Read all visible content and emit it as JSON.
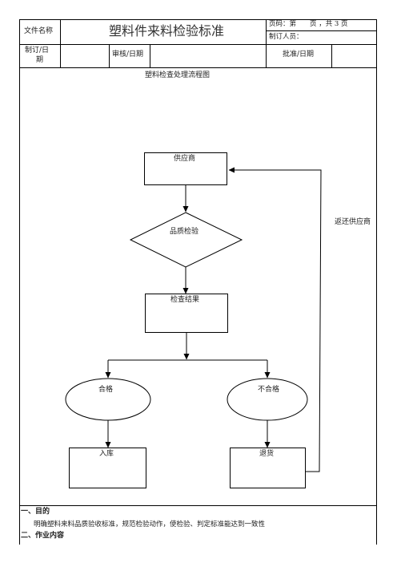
{
  "header": {
    "doc_name_label": "文件名称",
    "title": "塑料件来料检验标准",
    "page_info": "页码：第　　页 ，共 3 页",
    "author_label": "制订人员：",
    "made_date_label_1": "制订/日",
    "made_date_label_2": "期",
    "review_label": "审核/日期",
    "approve_label": "批准/日期"
  },
  "flowchart": {
    "title": "塑料检查处理流程图",
    "supplier": "供应商",
    "inspection": "品质检验",
    "result": "检查结果",
    "pass": "合格",
    "fail": "不合格",
    "stock_in": "入库",
    "return_goods": "退货",
    "return_to_supplier": "返还供应商"
  },
  "sections": {
    "purpose_heading": "一、目的",
    "purpose_text": "明确塑料来料品质验收标准，规范检验动作，使检验、判定标准能达到一致性",
    "work_heading": "二、作业内容"
  }
}
